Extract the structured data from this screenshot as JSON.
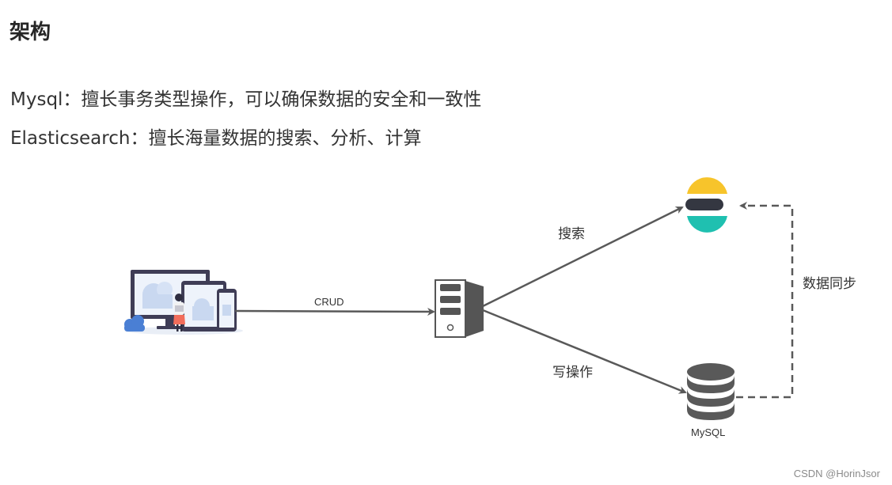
{
  "title": "架构",
  "lines": [
    "Mysql：擅长事务类型操作，可以确保数据的安全和一致性",
    "Elasticsearch：擅长海量数据的搜索、分析、计算"
  ],
  "diagram": {
    "crud_label": "CRUD",
    "search_label": "搜索",
    "write_label": "写操作",
    "sync_label": "数据同步",
    "mysql_label": "MySQL"
  },
  "colors": {
    "arrow": "#595959",
    "es_yellow": "#F7C42B",
    "es_dark": "#343741",
    "es_teal": "#1FC0B0",
    "db_gray": "#595959"
  },
  "watermark": "CSDN @HorinJsor"
}
